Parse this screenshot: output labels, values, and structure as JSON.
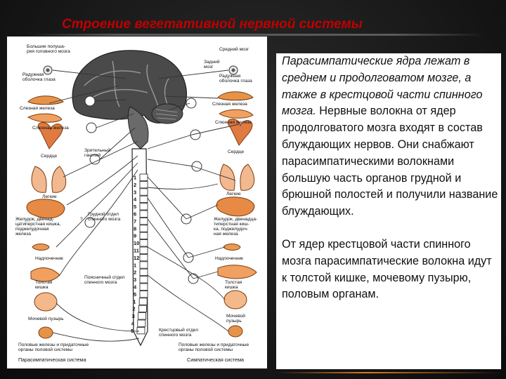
{
  "title": "Строение вегетативной нервной системы",
  "text": {
    "p1_italic": "Парасимпатические ядра лежат в среднем и продолговатом мозге, а также в крестцовой части спинного мозга.",
    "p1_rest": " Нервные волокна от ядер продолговатого мозга входят в состав блуждающих нервов. Они снабжают парасимпатическими волокнами большую часть органов грудной и брюшной полостей и получили название блуждающих.",
    "p2": "От ядер крестцовой части спинного мозга парасимпатические волокна идут к толстой кишке, мочевому пузырю, половым органам."
  },
  "diagram": {
    "left_labels": {
      "hemispheres": [
        "Большие полуша-",
        "рия головного мозга"
      ],
      "iris": [
        "Радужная",
        "оболочка глаза"
      ],
      "tear_gland": "Слезная железа",
      "salivary": "Слюнная железа",
      "heart": "Сердце",
      "lungs": "Легкие",
      "stomach": [
        "Желудок, двенад-",
        "цатиперстная кишка,",
        "поджелудочная",
        "железа"
      ],
      "adrenal": "Надпочечник",
      "colon": [
        "Толстая",
        "кишка"
      ],
      "bladder": "Мочевой пузырь",
      "genital": [
        "Половые железы и придаточные",
        "органы половой системы"
      ],
      "system": "Парасимпатическая система"
    },
    "center_labels": {
      "ganglia": [
        "Зрительный",
        "ганглий"
      ],
      "thoracic": [
        "Грудной отдел",
        "спинного мозга"
      ],
      "lumbar": [
        "Поясничный отдел",
        "спинного мозга"
      ],
      "sacral": [
        "Крестцовый отдел",
        "спинного мозга"
      ],
      "question": "?"
    },
    "right_labels": {
      "midbrain": "Средний мозг",
      "hindbrain": [
        "Задний",
        "мозг"
      ],
      "iris": [
        "Радужная",
        "оболочка глаза"
      ],
      "tear_gland": "Слезная железа",
      "salivary": "Слюнная железа",
      "heart": "Сердце",
      "lungs": "Легкие",
      "stomach": [
        "Желудок, двенадца-",
        "типерстная киш-",
        "ка, поджелудоч-",
        "ная железа"
      ],
      "adrenal": "Надпочечник",
      "colon": [
        "Толстая",
        "кишка"
      ],
      "bladder": [
        "Мочевой",
        "пузырь"
      ],
      "genital": [
        "Половые железы и придаточные",
        "органы половой системы"
      ],
      "system": "Симпатическая система"
    },
    "segment_numbers": [
      "1",
      "2",
      "3",
      "4",
      "5",
      "6",
      "7",
      "8",
      "9",
      "10",
      "11",
      "12",
      "1",
      "2",
      "3",
      "4",
      "5",
      "1",
      "2",
      "3",
      "4",
      "5"
    ]
  }
}
